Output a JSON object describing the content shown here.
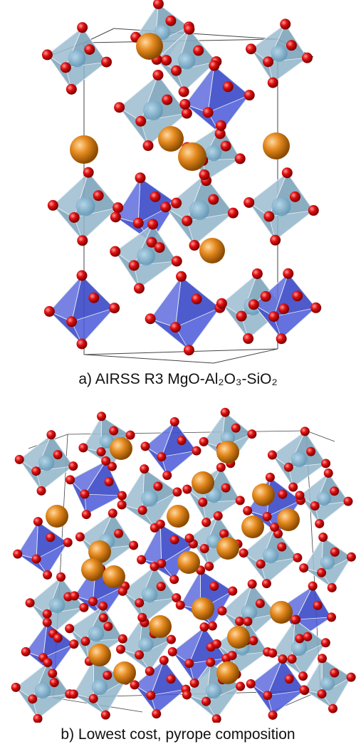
{
  "panels": [
    {
      "id": "a",
      "caption": "a) AIRSS R3 MgO-Al₂O₃-SiO₂"
    },
    {
      "id": "b",
      "caption": "b) Lowest cost, pyrope composition"
    }
  ],
  "colors": {
    "octahedron_face": "#8fb4c9",
    "octahedron_dark": "#6f97ae",
    "octahedron_center": "#6aa3c4",
    "tetrahedron_face": "#4a58d8",
    "tetrahedron_dark": "#3440b8",
    "oxygen": "#e01010",
    "cation_large": "#e58a1f",
    "cell_edge": "#444444"
  }
}
